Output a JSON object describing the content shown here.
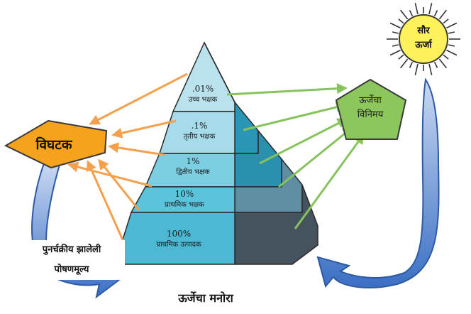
{
  "title": "ऊर्जेचा मनोरा",
  "decomposer": "विघटक",
  "sun": [
    "सौर",
    "ऊर्जा"
  ],
  "exchange": [
    "ऊर्जेचा",
    "विनिमय"
  ],
  "recycled": [
    "पुनर्चक्रीय झालेली",
    "पोषणमूल्य"
  ],
  "levels": [
    {
      "percent": ".01%",
      "name": "उच्च भक्षक"
    },
    {
      "percent": ".1%",
      "name": "तृतीय भक्षक"
    },
    {
      "percent": "1%",
      "name": "द्वितीय भक्षक"
    },
    {
      "percent": "10%",
      "name": "प्राथमिक भक्षक"
    },
    {
      "percent": "100%",
      "name": "प्राथमिक उत्पादक"
    }
  ],
  "colors": {
    "tier_front": [
      "#b9e2ee",
      "#a6dbea",
      "#7ccfe3",
      "#5cc3dd",
      "#4db8d4"
    ],
    "tier_side": [
      "#2c9fbf",
      "#2996b6",
      "#2b8fae",
      "#5f8ea3",
      "#44535e"
    ],
    "orange_arrow": "#f4a04c",
    "green_arrow": "#86c35c",
    "decomposer_fill": "#f5a21d",
    "exchange_fill": "#8cc65c",
    "sun_fill": "#fff15b",
    "blue_arrow": "#3b6fc4"
  }
}
